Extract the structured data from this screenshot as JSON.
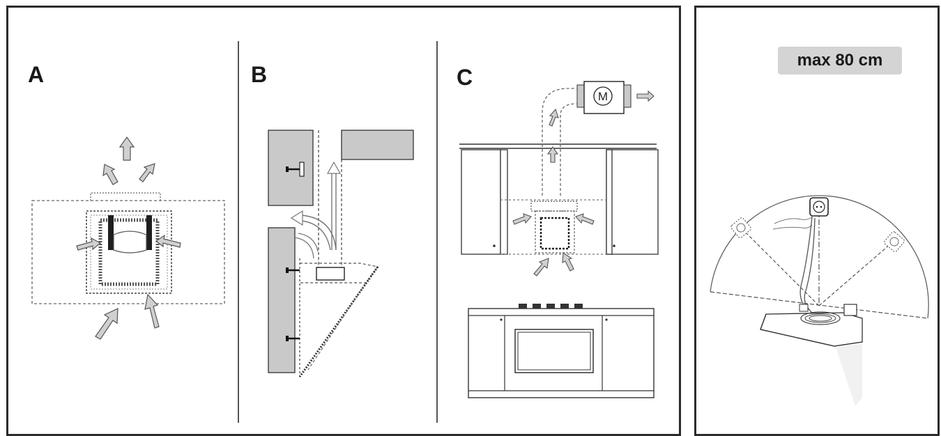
{
  "sections": {
    "a": "A",
    "b": "B",
    "c": "C"
  },
  "motor_symbol": "M",
  "max_length_label": "max 80 cm",
  "colors": {
    "frame": "#2b2b2b",
    "wall": "#c9c9c9",
    "arrow_fill": "#bdbdbd",
    "line": "#444444"
  }
}
